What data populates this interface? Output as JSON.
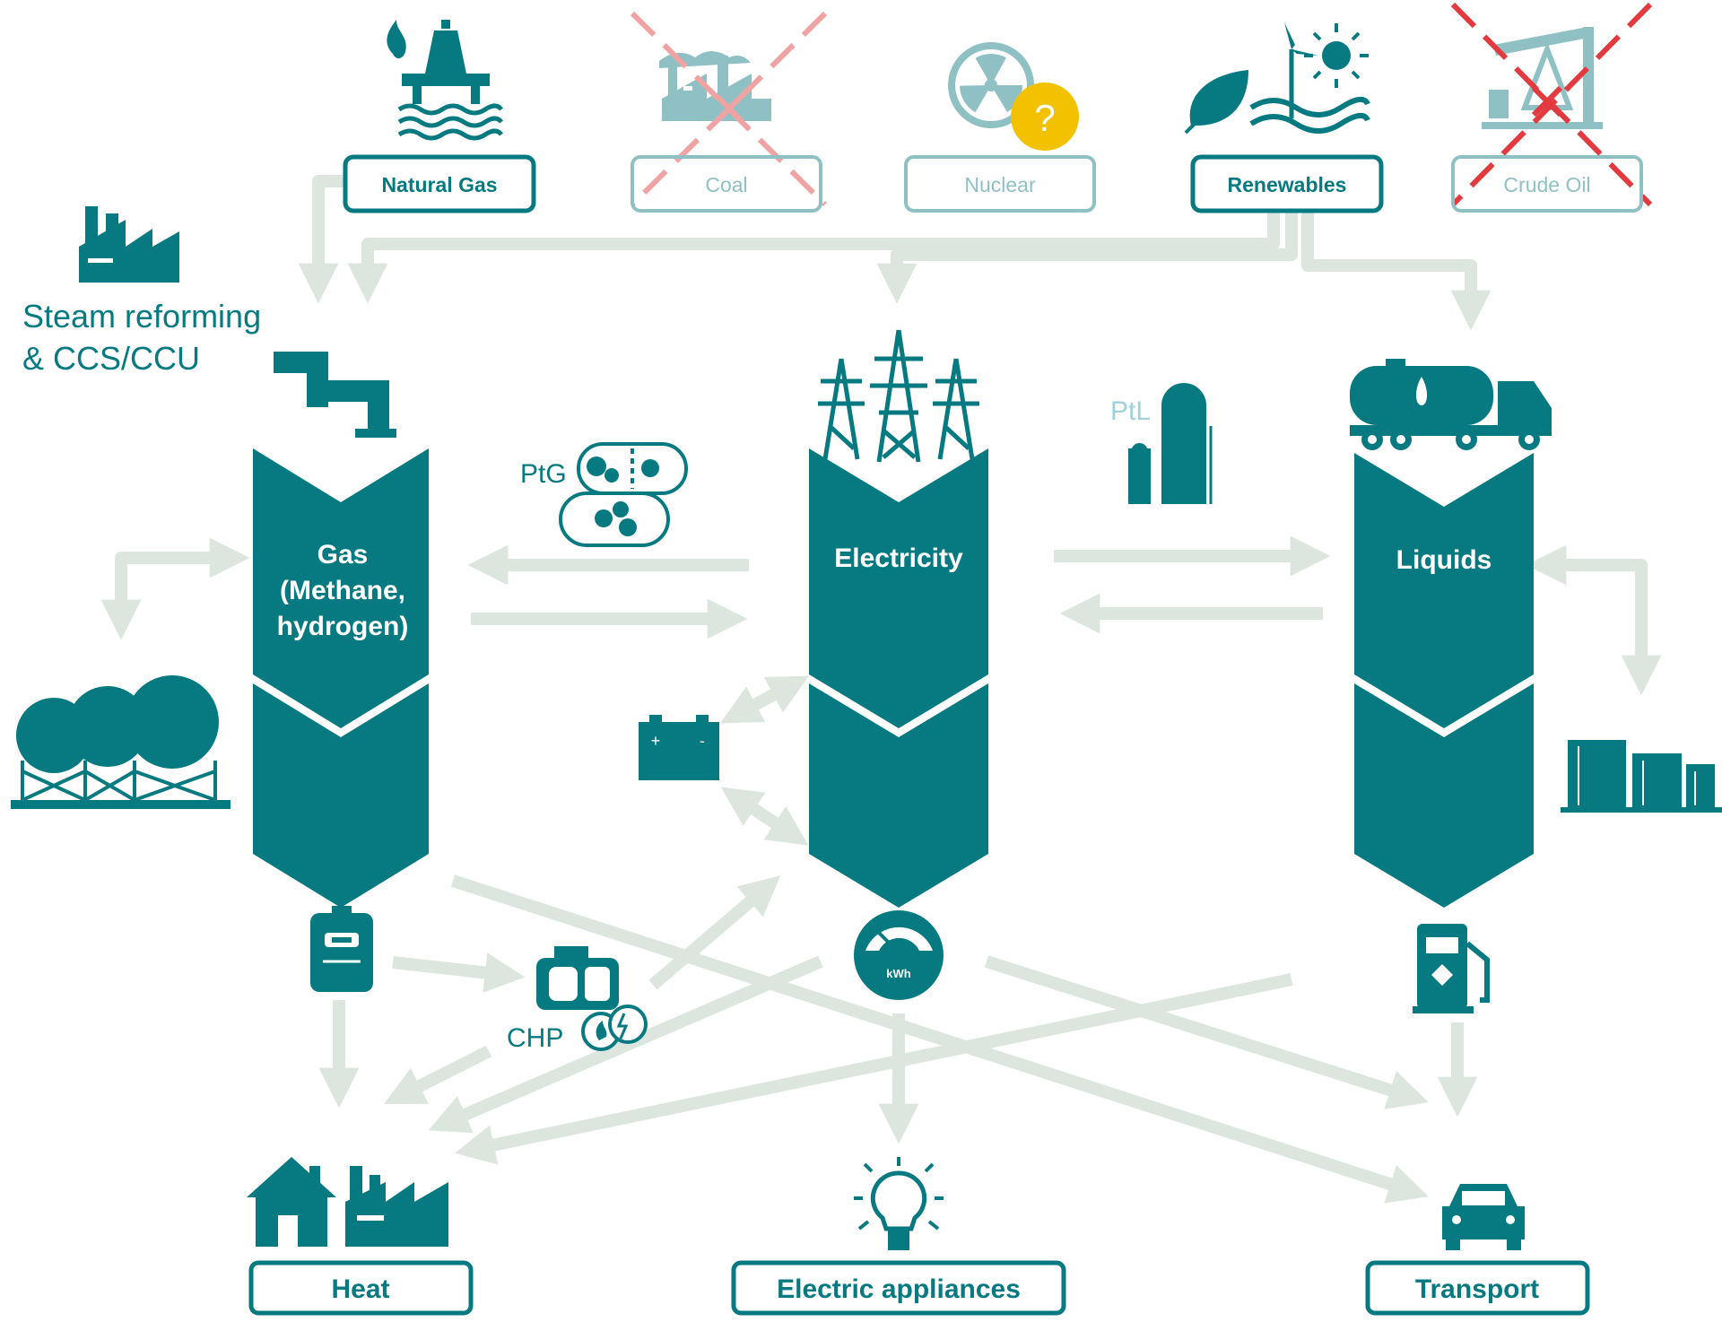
{
  "sources": {
    "natural_gas": "Natural Gas",
    "coal": "Coal",
    "nuclear": "Nuclear",
    "renewables": "Renewables",
    "crude_oil": "Crude Oil",
    "nuclear_badge": "?"
  },
  "steam_reforming": {
    "line1": "Steam reforming",
    "line2": "& CCS/CCU"
  },
  "carriers": {
    "gas": {
      "line1": "Gas",
      "line2": "(Methane,",
      "line3": "hydrogen)"
    },
    "electricity": "Electricity",
    "liquids": "Liquids"
  },
  "conversions": {
    "ptg": "PtG",
    "ptl": "PtL",
    "chp": "CHP",
    "kwh": "kWh"
  },
  "battery": {
    "plus": "+",
    "minus": "-"
  },
  "uses": {
    "heat": "Heat",
    "electric_appliances": "Electric appliances",
    "transport": "Transport"
  },
  "colors": {
    "teal": "#067a80",
    "arrow": "#dde5df",
    "faded_teal": "#8fc1c4",
    "red_cross": "#e23a3f",
    "badge_yellow": "#f2c200",
    "ptl_label": "#9fd0dc"
  }
}
